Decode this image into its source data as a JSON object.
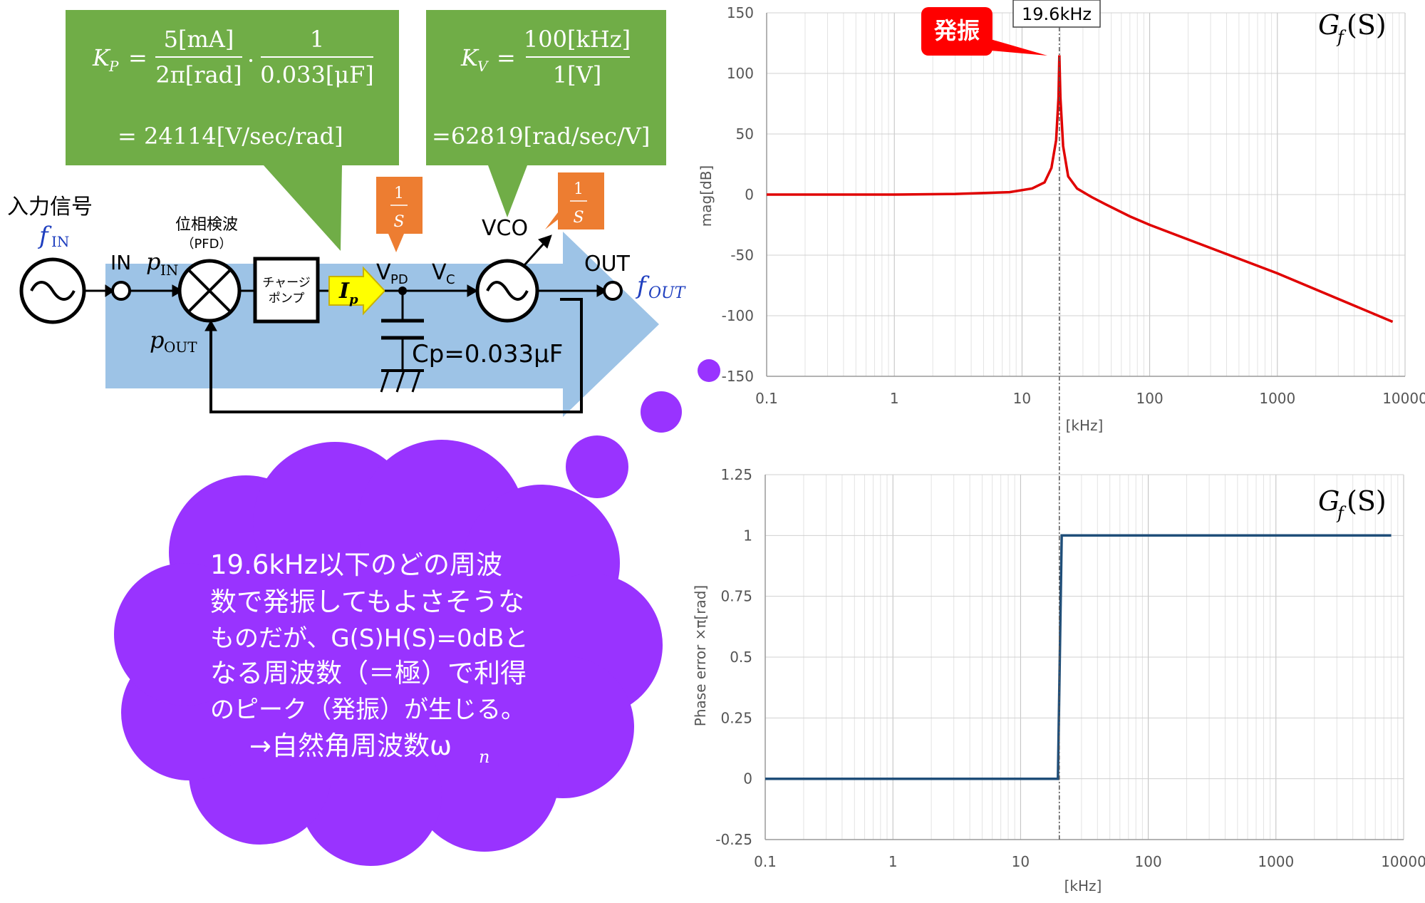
{
  "formula_kp": {
    "lhs": "K",
    "lhs_sub": "P",
    "eq": "=",
    "num1": "5[mA]",
    "den1": "2π[rad]",
    "dot": "·",
    "num2": "1",
    "den2": "0.033[μF]",
    "result": "= 24114[V/sec/rad]"
  },
  "formula_kv": {
    "lhs": "K",
    "lhs_sub": "V",
    "eq": "=",
    "num": "100[kHz]",
    "den": "1[V]",
    "result": "=62819[rad/sec/V]"
  },
  "circuit": {
    "input_signal": "入力信号",
    "f_in": "f",
    "f_in_sub": "IN",
    "in_label": "IN",
    "p_in": "p",
    "p_in_sub": "IN",
    "p_out": "p",
    "p_out_sub": "OUT",
    "pfd_label": "位相検波",
    "pfd_sub": "（PFD）",
    "charge_pump_1": "チャージ",
    "charge_pump_2": "ポンプ",
    "ip": "I",
    "ip_sub": "p",
    "vpd": "V",
    "vpd_sub": "PD",
    "vc": "V",
    "vc_sub": "C",
    "vco": "VCO",
    "out_label": "OUT",
    "f_out": "f",
    "f_out_sub": "OUT",
    "cap_label": "Cp=0.033μF",
    "int1_num": "1",
    "int1_den": "S",
    "int2_num": "1",
    "int2_den": "S"
  },
  "cloud_text": {
    "line1": "19.6kHz以下のどの周波",
    "line2": "数で発振してもよさそうな",
    "line3": "ものだが、G(S)H(S)=0dBと",
    "line4": "なる周波数（＝極）で利得",
    "line5": "のピーク（発振）が生じる。",
    "line6": "→自然角周波数ω",
    "line6_sub": "n"
  },
  "colors": {
    "green_box": "#70ad47",
    "blue_arrow": "#9dc3e6",
    "orange_tag": "#ed7d31",
    "purple_cloud": "#9933ff",
    "red_curve": "#e00000",
    "blue_curve": "#1f4e79"
  },
  "chart_data": [
    {
      "type": "line",
      "title": "G_f(S)",
      "title_main": "G",
      "title_sub": "f",
      "title_rest": "(S)",
      "xlabel": "[kHz]",
      "ylabel": "mag[dB]",
      "xscale": "log",
      "xlim": [
        0.1,
        10000
      ],
      "ylim": [
        -150,
        150
      ],
      "xticks": [
        "0.1",
        "1",
        "10",
        "100",
        "1000",
        "10000"
      ],
      "yticks": [
        "150",
        "100",
        "50",
        "0",
        "-50",
        "-100",
        "-150"
      ],
      "grid": true,
      "annotation_tag": "発振",
      "annotation_freq": "19.6kHz",
      "x": [
        0.1,
        1,
        3,
        8,
        12,
        15,
        17,
        18.5,
        19.3,
        19.6,
        20.0,
        21,
        23,
        27,
        35,
        45,
        70,
        100,
        1000,
        8000
      ],
      "y": [
        0,
        0,
        0.5,
        2,
        5,
        10,
        22,
        45,
        80,
        115,
        80,
        40,
        15,
        5,
        -2,
        -8,
        -18,
        -25,
        -65,
        -105
      ]
    },
    {
      "type": "line",
      "title": "G_f(S)",
      "title_main": "G",
      "title_sub": "f",
      "title_rest": "(S)",
      "xlabel": "[kHz]",
      "ylabel": "Phase error ×π[rad]",
      "xscale": "log",
      "xlim": [
        0.1,
        10000
      ],
      "ylim": [
        -0.25,
        1.25
      ],
      "xticks": [
        "0.1",
        "1",
        "10",
        "100",
        "1000",
        "10000"
      ],
      "yticks": [
        "1.25",
        "1",
        "0.75",
        "0.5",
        "0.25",
        "0",
        "-0.25"
      ],
      "grid": true,
      "x": [
        0.1,
        19.6,
        21.0,
        8000
      ],
      "y": [
        0,
        0,
        1,
        1
      ]
    }
  ]
}
